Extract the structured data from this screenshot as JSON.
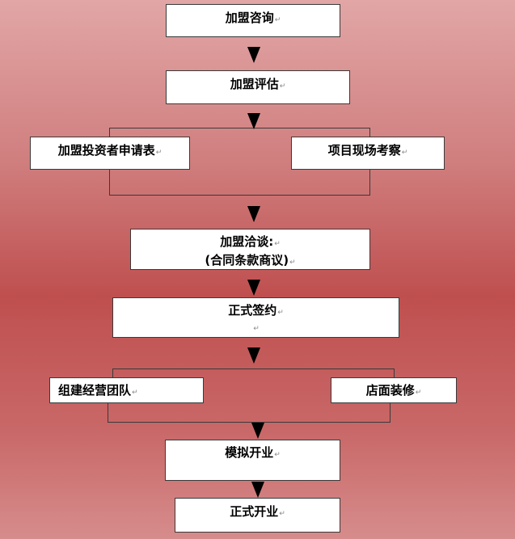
{
  "steps": {
    "consult": "加盟咨询",
    "evaluate": "加盟评估",
    "application": "加盟投资者申请表",
    "site_visit": "项目现场考察",
    "negotiation_line1": "加盟洽谈:",
    "negotiation_line2": "(合同条款商议)",
    "sign": "正式签约",
    "team": "组建经营团队",
    "decoration": "店面装修",
    "simulated_open": "模拟开业",
    "official_open": "正式开业"
  },
  "paragraph_mark": "↵",
  "colors": {
    "box_fill": "#ffffff",
    "line": "#3a3a3a",
    "arrow": "#000000"
  }
}
